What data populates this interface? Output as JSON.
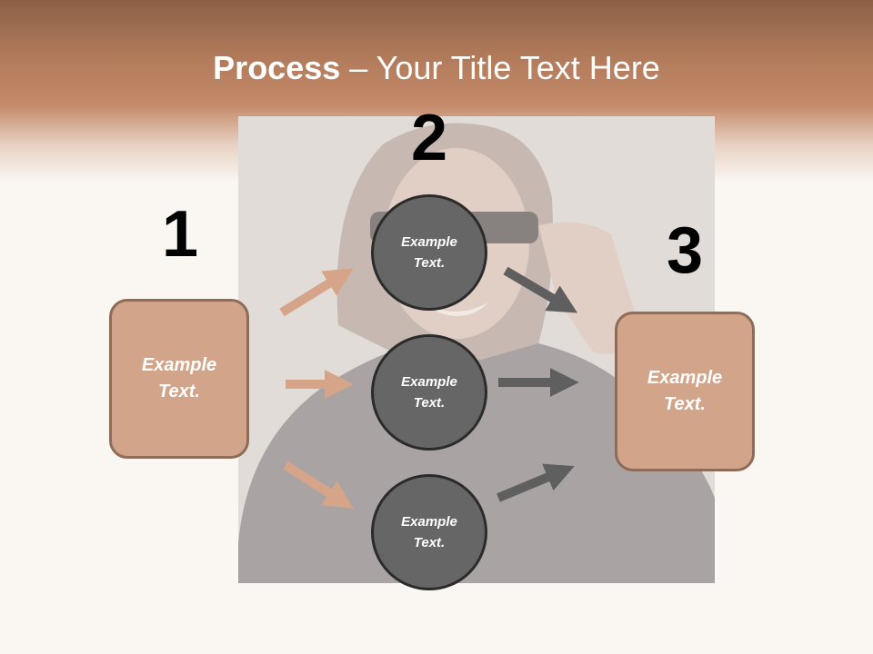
{
  "slide": {
    "title_bold": "Process",
    "title_rest": " – Your Title Text Here"
  },
  "steps": {
    "step1": "1",
    "step2": "2",
    "step3": "3"
  },
  "boxes": {
    "left": "Example\nText.",
    "right": "Example\nText."
  },
  "circles": [
    "Example\nText.",
    "Example\nText.",
    "Example\nText."
  ],
  "colors": {
    "header": "#b07a5a",
    "box_fill": "#d2a58a",
    "box_border": "#8f6c5a",
    "circle_fill": "#666666",
    "circle_border": "#2b2b2b",
    "arrow_tan": "#d6a589",
    "arrow_gray": "#5f5f5f"
  }
}
